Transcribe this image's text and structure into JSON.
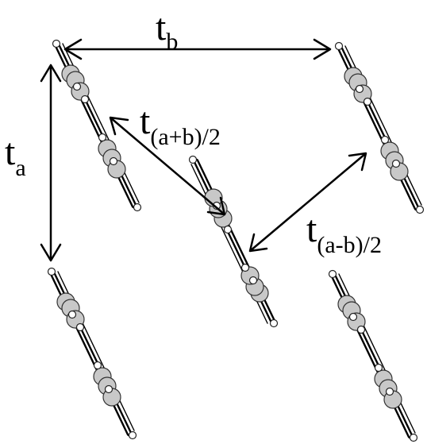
{
  "labels": {
    "t_b": {
      "main": "t",
      "sub": "b"
    },
    "t_a": {
      "main": "t",
      "sub": "a"
    },
    "t_apb": {
      "main": "t",
      "sub": "(a+b)/2"
    },
    "t_amb": {
      "main": "t",
      "sub": "(a-b)/2"
    }
  },
  "colors": {
    "background": "#ffffff",
    "lines": "#000000",
    "atom_fill": "#c8c8c8"
  }
}
